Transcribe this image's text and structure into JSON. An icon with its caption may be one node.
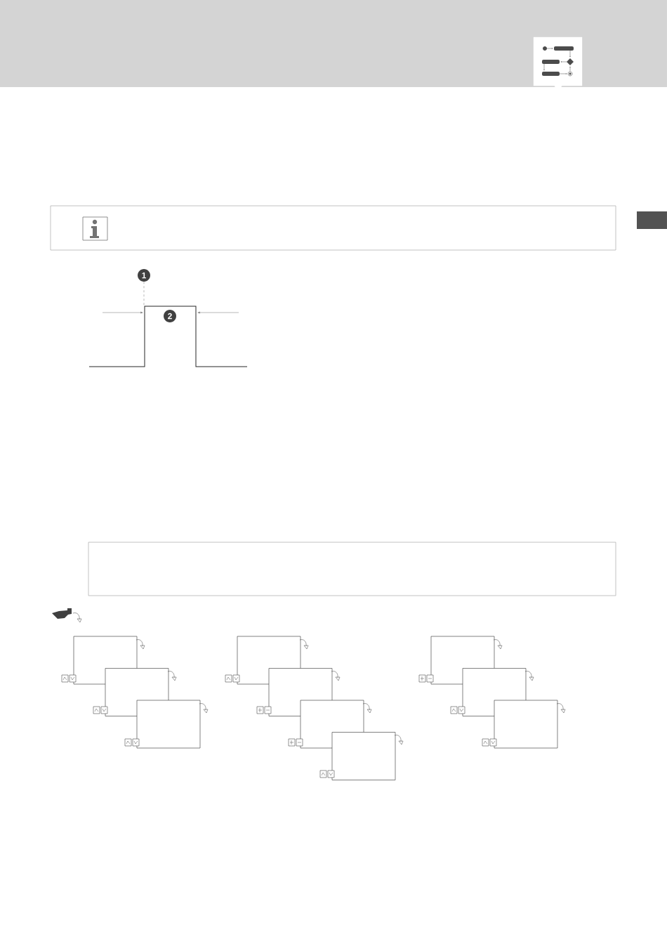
{
  "diagram": {
    "nodes": [
      {
        "text": [
          "1"
        ]
      },
      {
        "text": [],
        "shape": "pulse"
      },
      {
        "text": [
          "2"
        ],
        "in": 1
      }
    ],
    "edges": [
      {
        "from": 0,
        "to": 1,
        "arrow": "none",
        "style": "dashed"
      }
    ]
  }
}
